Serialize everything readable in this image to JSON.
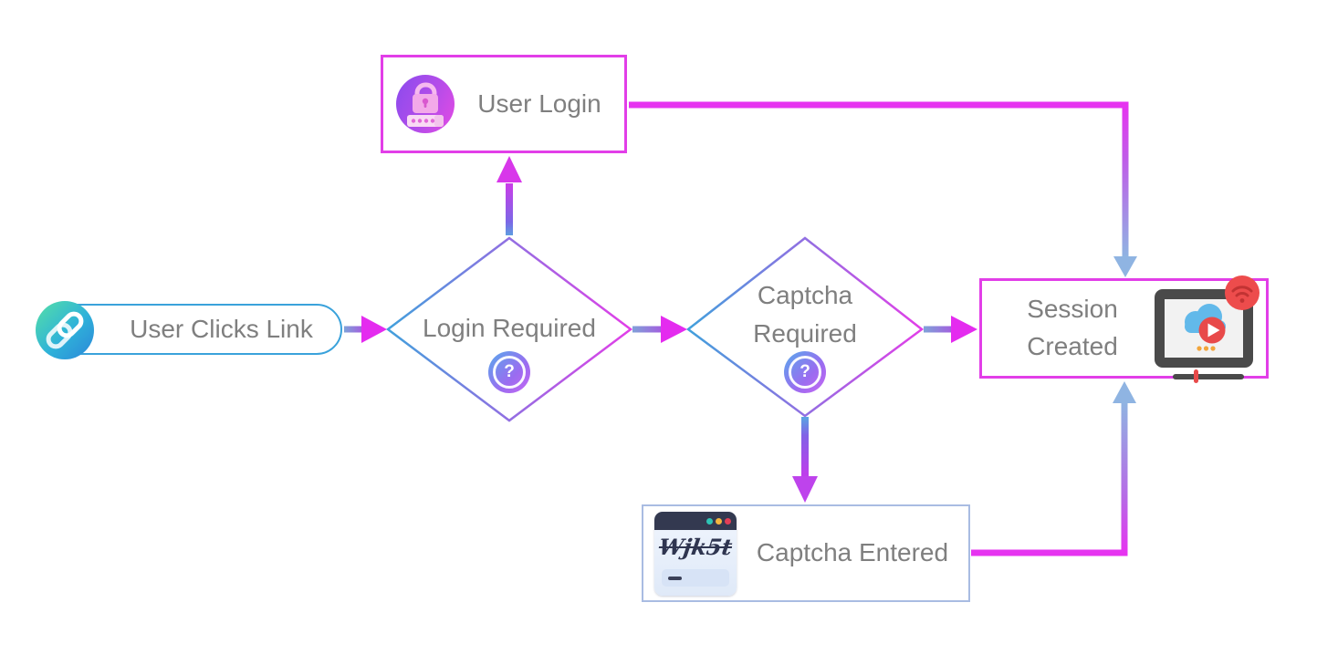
{
  "nodes": {
    "start": {
      "label": "User Clicks Link",
      "icon": "link-icon"
    },
    "login_required": {
      "label": "Login Required",
      "icon_glyph": "?",
      "icon": "question-icon"
    },
    "user_login": {
      "label": "User Login",
      "icon": "lock-password-icon"
    },
    "captcha_required": {
      "label": "Captcha Required",
      "icon_glyph": "?",
      "icon": "question-icon"
    },
    "session_created": {
      "label": "Session Created",
      "icon": "streaming-tv-icon"
    },
    "captcha_entered": {
      "label": "Captcha Entered",
      "icon": "captcha-browser-icon",
      "captcha_text": "Wjk5t"
    }
  },
  "edges": [
    {
      "from": "start",
      "to": "login_required"
    },
    {
      "from": "login_required",
      "to": "user_login"
    },
    {
      "from": "login_required",
      "to": "captcha_required"
    },
    {
      "from": "captcha_required",
      "to": "session_created"
    },
    {
      "from": "captcha_required",
      "to": "captcha_entered"
    },
    {
      "from": "user_login",
      "to": "session_created"
    },
    {
      "from": "captcha_entered",
      "to": "session_created"
    }
  ],
  "colors": {
    "magenta_border": "#E23EE8",
    "pill_blue_border": "#3AA2DB",
    "captcha_box_border": "#A9BCE2",
    "diamond_blue": "#41A0DC",
    "arrow_blue": "#8FB4E2",
    "text_gray": "#7F7F7F"
  }
}
